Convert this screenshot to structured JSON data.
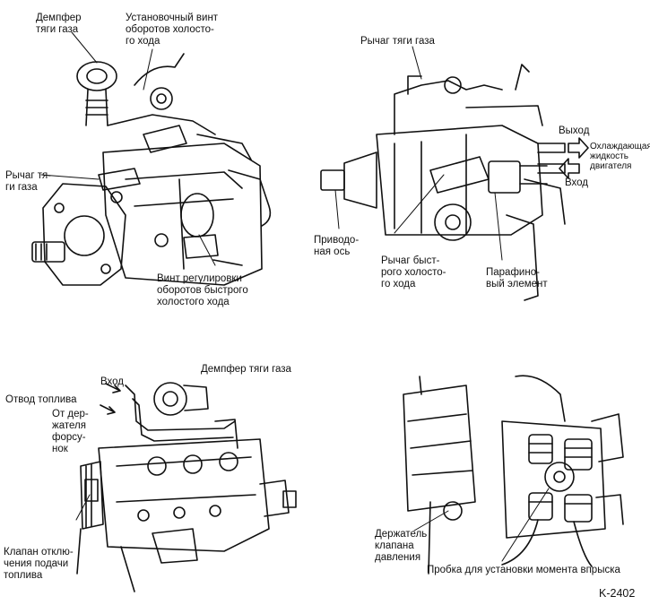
{
  "labels": {
    "damper_top": "Демпфер\nтяги газа",
    "idle_screw": "Установочный винт\nоборотов холосто-\nго хода",
    "throttle_lever_left": "Рычаг тя-\nги газа",
    "fast_idle_screw": "Винт регулировки\nоборотов быстрого\nхолостого хода",
    "throttle_lever_right": "Рычаг тяги газа",
    "outlet": "Выход",
    "coolant": "Охлаждающая\nжидкость\nдвигателя",
    "inlet_right": "Вход",
    "drive_shaft": "Приводо-\nная ось",
    "fast_idle_lever": "Рычаг быст-\nрого холосто-\nго хода",
    "paraffin": "Парафино-\nвый элемент",
    "inlet_bottom": "Вход",
    "damper_bottom": "Демпфер тяги газа",
    "fuel_return": "Отвод топлива",
    "from_holder": "От дер-\nжателя\nфорсу-\nнок",
    "cutoff_valve": "Клапан отклю-\nчения подачи\nтоплива",
    "pressure_holder": "Держатель\nклапана\nдавления",
    "timing_plug": "Пробка для установки момента впрыска",
    "figure_ref": "K-2402"
  },
  "colors": {
    "ink": "#111111",
    "paper": "#ffffff"
  }
}
